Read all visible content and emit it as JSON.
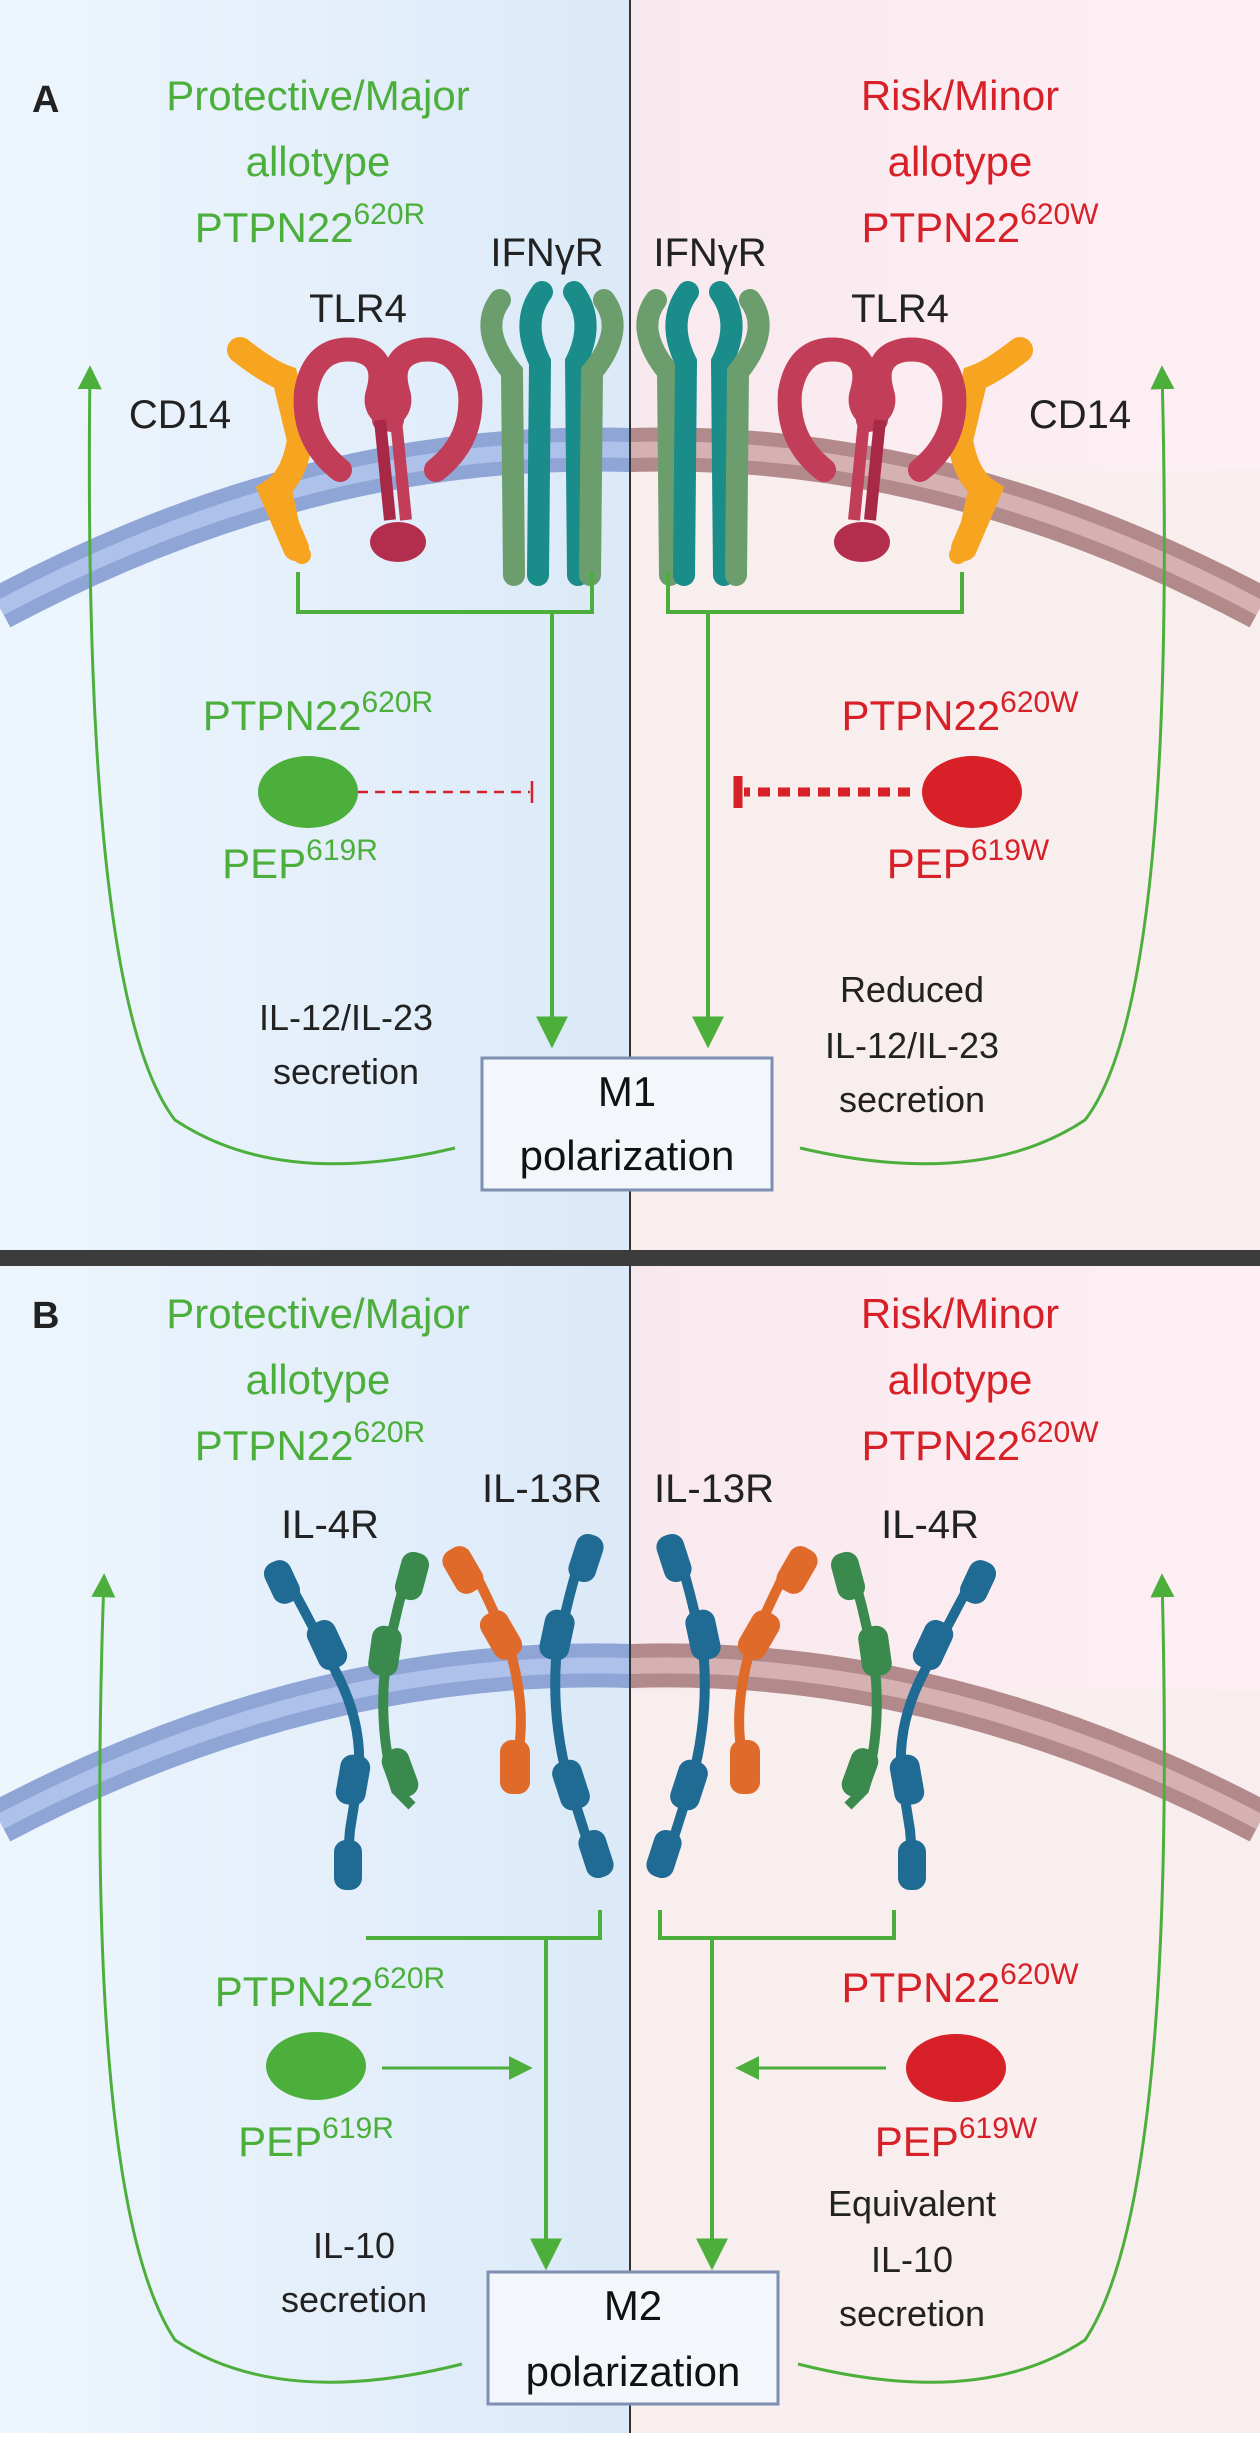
{
  "panel_a": {
    "letter": "A",
    "left": {
      "heading_line1": "Protective/Major",
      "heading_line2": "allotype",
      "heading_gene": "PTPN22",
      "heading_sup": "620R",
      "receptor_ifn": "IFNγR",
      "receptor_tlr4": "TLR4",
      "receptor_cd14": "CD14",
      "gene_label": "PTPN22",
      "gene_sup": "620R",
      "protein_label": "PEP",
      "protein_sup": "619R",
      "secretion_line1": "IL-12/IL-23",
      "secretion_line2": "secretion"
    },
    "right": {
      "heading_line1": "Risk/Minor",
      "heading_line2": "allotype",
      "heading_gene": "PTPN22",
      "heading_sup": "620W",
      "receptor_ifn": "IFNγR",
      "receptor_tlr4": "TLR4",
      "receptor_cd14": "CD14",
      "gene_label": "PTPN22",
      "gene_sup": "620W",
      "protein_label": "PEP",
      "protein_sup": "619W",
      "secretion_line1": "Reduced",
      "secretion_line2": "IL-12/IL-23",
      "secretion_line3": "secretion"
    },
    "outcome_line1": "M1",
    "outcome_line2": "polarization"
  },
  "panel_b": {
    "letter": "B",
    "left": {
      "heading_line1": "Protective/Major",
      "heading_line2": "allotype",
      "heading_gene": "PTPN22",
      "heading_sup": "620R",
      "receptor_il4": "IL-4R",
      "receptor_il13": "IL-13R",
      "gene_label": "PTPN22",
      "gene_sup": "620R",
      "protein_label": "PEP",
      "protein_sup": "619R",
      "secretion_line1": "IL-10",
      "secretion_line2": "secretion"
    },
    "right": {
      "heading_line1": "Risk/Minor",
      "heading_line2": "allotype",
      "heading_gene": "PTPN22",
      "heading_sup": "620W",
      "receptor_il4": "IL-4R",
      "receptor_il13": "IL-13R",
      "gene_label": "PTPN22",
      "gene_sup": "620W",
      "protein_label": "PEP",
      "protein_sup": "619W",
      "secretion_line1": "Equivalent",
      "secretion_line2": "IL-10",
      "secretion_line3": "secretion"
    },
    "outcome_line1": "M2",
    "outcome_line2": "polarization"
  },
  "colors": {
    "protective_green": "#4caf3c",
    "risk_red": "#d72028",
    "left_bg": "#e6f1fc",
    "right_bg": "#fdeef2",
    "membrane_blue": "#8fa6d8",
    "membrane_rose": "#b98e90",
    "cd14_orange": "#f7a521",
    "tlr4_crimson": "#c23d58",
    "ifngr_green": "#6c9e6d",
    "ifngr_teal": "#1a8c8a",
    "il4r_blue": "#1f6b93",
    "il4r_green": "#3a8a4e",
    "il13r_orange": "#e06a2a"
  }
}
